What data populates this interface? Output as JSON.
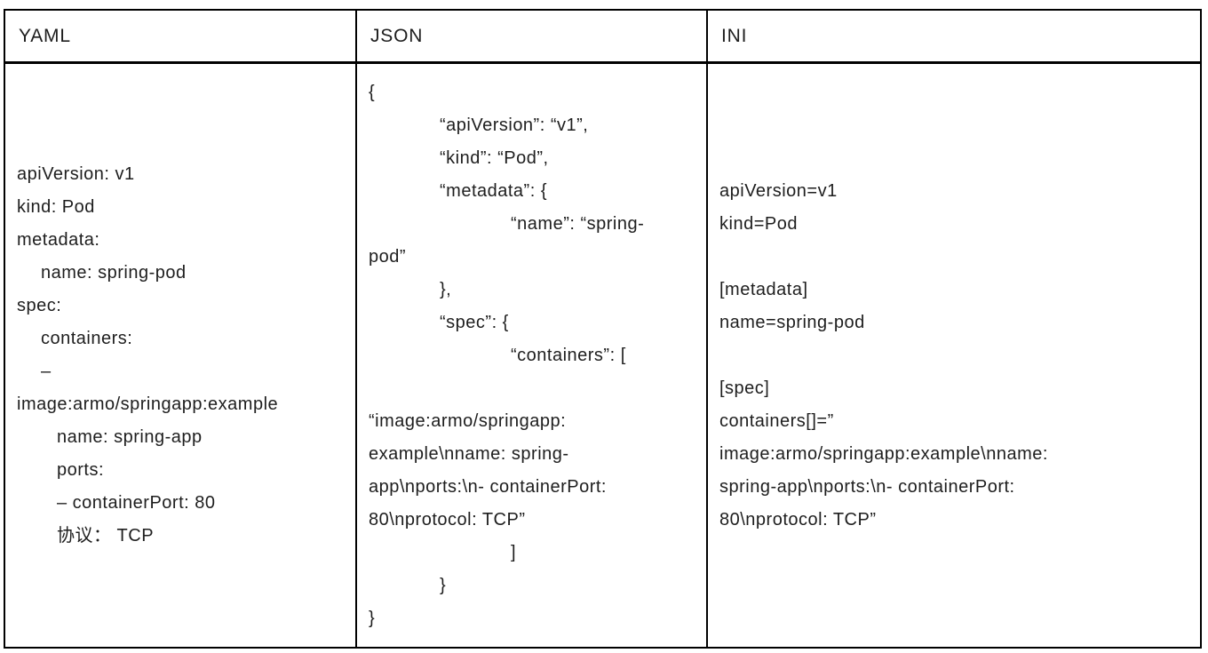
{
  "page": {
    "background_color": "#ffffff",
    "border_color": "#000000",
    "text_color": "#1e1e1e"
  },
  "table": {
    "columns": [
      {
        "header": "YAML",
        "lines": [
          {
            "t": "apiVersion: v1",
            "ind": 0
          },
          {
            "t": "kind: Pod",
            "ind": 0
          },
          {
            "t": "metadata:",
            "ind": 0
          },
          {
            "t": "name: spring-pod",
            "ind": 27
          },
          {
            "t": "spec:",
            "ind": 0
          },
          {
            "t": "containers:",
            "ind": 27
          },
          {
            "t": "–",
            "ind": 27
          },
          {
            "t": "image:armo/springapp:example",
            "ind": 0
          },
          {
            "t": "name: spring-app",
            "ind": 45
          },
          {
            "t": "ports:",
            "ind": 45
          },
          {
            "t": "– containerPort: 80",
            "ind": 45
          },
          {
            "t": "协议： TCP",
            "ind": 45
          }
        ]
      },
      {
        "header": "JSON",
        "lines": [
          {
            "t": "{",
            "ind": 0
          },
          {
            "t": "“apiVersion”: “v1”,",
            "ind": 80
          },
          {
            "t": "“kind”: “Pod”,",
            "ind": 80
          },
          {
            "t": "“metadata”: {",
            "ind": 80
          },
          {
            "t": "“name”: “spring-",
            "ind": 160
          },
          {
            "t": "pod”",
            "ind": 0
          },
          {
            "t": "},",
            "ind": 80
          },
          {
            "t": "“spec”: {",
            "ind": 80
          },
          {
            "t": "“containers”: [",
            "ind": 160
          },
          {
            "blank": true
          },
          {
            "t": "“image:armo/springapp:",
            "ind": 0
          },
          {
            "t": "example\\nname: spring-",
            "ind": 0
          },
          {
            "t": "app\\nports:\\n- containerPort:",
            "ind": 0
          },
          {
            "t": "80\\nprotocol: TCP”",
            "ind": 0
          },
          {
            "t": "]",
            "ind": 160
          },
          {
            "t": "}",
            "ind": 80
          },
          {
            "t": "}",
            "ind": 0
          }
        ]
      },
      {
        "header": "INI",
        "lines": [
          {
            "t": "apiVersion=v1",
            "ind": 0
          },
          {
            "t": "kind=Pod",
            "ind": 0
          },
          {
            "blank": true
          },
          {
            "t": "[metadata]",
            "ind": 0
          },
          {
            "t": "name=spring-pod",
            "ind": 0
          },
          {
            "blank": true
          },
          {
            "t": "[spec]",
            "ind": 0
          },
          {
            "t": "containers[]=”",
            "ind": 0
          },
          {
            "t": "image:armo/springapp:example\\nname:",
            "ind": 0
          },
          {
            "t": "spring-app\\nports:\\n- containerPort:",
            "ind": 0
          },
          {
            "t": "80\\nprotocol: TCP”",
            "ind": 0
          }
        ]
      }
    ]
  }
}
